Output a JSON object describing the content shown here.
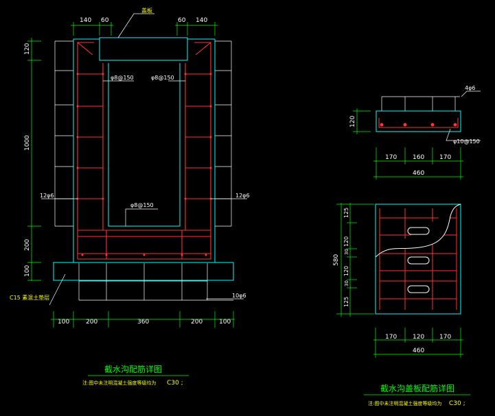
{
  "colors": {
    "background": "#000000",
    "concrete": "#00FFFF",
    "rebar": "#FF3333",
    "dimension": "#00FF00",
    "leader": "#FFFFFF",
    "title": "#00FF00",
    "note": "#FFFF00"
  },
  "left_drawing": {
    "title": "截水沟配筋详图",
    "note": "注:图中未注明混凝土强度等级均为",
    "grade": "C30 ;",
    "label_cover": "盖板",
    "label_base": "C15 素混土垫层",
    "label_rebar_top_left": "φ8@150",
    "label_rebar_top_right": "φ8@150",
    "label_rebar_bottom": "φ8@150",
    "label_bars_left": "12φ6",
    "label_bars_right": "12φ6",
    "label_bars_base": "10φ6",
    "dim_top": [
      "140",
      "60",
      "60",
      "140"
    ],
    "dim_left": [
      "120",
      "1000",
      "200",
      "100"
    ],
    "dim_bottom": [
      "100",
      "200",
      "360",
      "200",
      "100"
    ]
  },
  "right_drawing": {
    "title": "截水沟盖板配筋详图",
    "note": "注:图中未注明混凝土强度等级均为",
    "grade": "C30 ;",
    "label_top_bars": "4φ6",
    "label_bottom_bars": "φ10@150",
    "dim_section_height": "120",
    "dim_section_widths": [
      "170",
      "160",
      "170"
    ],
    "dim_section_total": "460",
    "dim_plan_left_total": "580",
    "dim_plan_left": [
      "125",
      "120",
      "30",
      "120",
      "30",
      "125"
    ],
    "dim_plan_widths": [
      "170",
      "120",
      "170"
    ],
    "dim_plan_total": "460"
  }
}
